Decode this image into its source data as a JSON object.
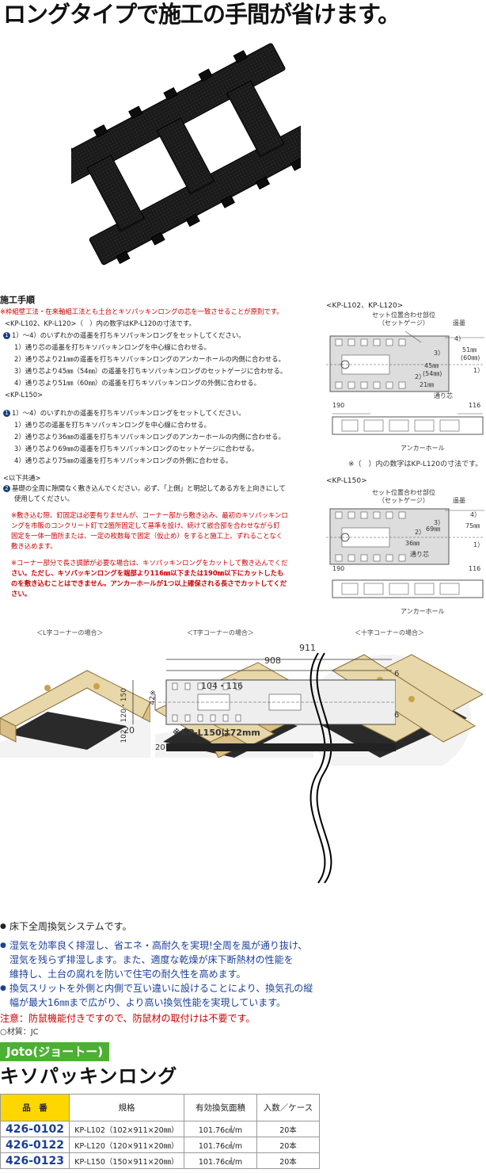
{
  "title": "ロングタイプで施工の手間が省けます。",
  "procedure": {
    "heading": "施工手順",
    "principle": "※枠組壁工法・在来軸組工法とも土台とキソパッキンロングの芯を一致させることが原則です。",
    "groupA": {
      "label": "<KP-L102、KP-L120>（　）内の数字はKP-L120の寸法です。",
      "intro": "1）〜4）のいずれかの遥墨を打ちキソパッキンロングをセットしてください。",
      "steps": [
        "1）通り芯の遥墨を打ちキソパッキンロングを中心線に合わせる。",
        "2）通り芯より21㎜の遥墨を打ちキソパッキンロングのアンカーホールの内側に合わせる。",
        "3）通り芯より45㎜（54㎜）の遥墨を打ちキソパッキンロングのセットゲージに合わせる。",
        "4）通り芯より51㎜（60㎜）の遥墨を打ちキソパッキンロングの外側に合わせる。"
      ]
    },
    "groupB": {
      "label": "<KP-L150>",
      "intro": "1）〜4）のいずれかの遥墨を打ちキソパッキンロングをセットしてください。",
      "steps": [
        "1）通り芯の遥墨を打ちキソパッキンロングを中心線に合わせる。",
        "2）通り芯より36㎜の遥墨を打ちキソパッキンロングのアンカーホールの内側に合わせる。",
        "3）通り芯より69㎜の遥墨を打ちキソパッキンロングのセットゲージに合わせる。",
        "4）通り芯より75㎜の遥墨を打ちキソパッキンロングの外側に合わせる。"
      ]
    },
    "common": {
      "label": "<以下共通>",
      "step2a": "基礎の全周に隙間なく敷き込んでください。必ず、「上側」と明記してある方を上向きにして",
      "step2b": "使用してください。",
      "note1": [
        "※敷き込む際、釘固定は必要有りませんが、コーナー部から敷き込み、最初のキソパッキンロ",
        "ングを市販のコンクリート釘で2箇所固定して基準を設け、続けて嵌合部を合わせながら釘",
        "固定を一体一箇所または、一定の枚数毎で固定（仮止め）をすると施工上、ずれることなく",
        "敷き込めます。"
      ],
      "note2": [
        "※コーナー部分で長さ調節が必要な場合は、キソパッキンロングをカットして敷き込んでくだ",
        "さい。ただし、キソパッキンロングを端部より116㎜以下または190㎜以下にカットしたも",
        "のを敷き込むことはできません。アンカーホールが1つ以上確保される長さでカットしてくだ",
        "さい。"
      ]
    }
  },
  "diagrams": {
    "a_label": "<KP-L102、KP-L120>",
    "b_label": "<KP-L150>",
    "gauge": "セット位置合わせ部位",
    "gauge2": "（セットゲージ）",
    "ink": "遥墨",
    "core": "通り芯",
    "anchor": "アンカーホール",
    "a_dims": [
      "45㎜",
      "(54㎜)",
      "51㎜",
      "(60㎜)",
      "21㎜"
    ],
    "b_dims": [
      "69㎜",
      "75㎜",
      "36㎜"
    ],
    "nums": [
      "1）",
      "2）",
      "3）",
      "4）"
    ],
    "len_left": "190",
    "len_right": "116",
    "a_note": "※（　）内の数字はKP-L120の寸法です。"
  },
  "corners": {
    "l": "＜L字コーナーの場合＞",
    "t": "＜T字コーナーの場合＞",
    "x": "＜十字コーナーの場合＞"
  },
  "dimensions": {
    "total": "911",
    "inner": "908",
    "side": "102・120・150",
    "d42": "42※",
    "d104": "104・116",
    "d6a": "6",
    "d6b": "6",
    "d20a": "20",
    "d20b": "20",
    "note": "※KP-L150は72mm"
  },
  "features": {
    "f1": "床下全周換気システムです。",
    "f2a": "湿気を効率良く排湿し、省エネ・高耐久を実現!全周を風が通り抜け、",
    "f2b": "湿気を残らず排湿します。また、適度な乾燥が床下断熱材の性能を",
    "f2c": "維持し、土台の腐れを防いで住宅の耐久性を高めます。",
    "f3a": "換気スリットを外側と内側で互い違いに設けることにより、換気孔の縦",
    "f3b": "幅が最大16㎜まで広がり、より高い換気性能を実現しています。",
    "warning": "注意：防鼠機能付きですので、防鼠材の取付けは不要です。",
    "material": "○材質：JC"
  },
  "brand": "Joto(ジョートー)",
  "product_name": "キソパッキンロング",
  "table": {
    "headers": [
      "品　番",
      "規格",
      "有効換気面積",
      "入数／ケース"
    ],
    "rows": [
      [
        "426-0102",
        "KP-L102（102×911×20㎜）",
        "101.76㎠/m",
        "20本"
      ],
      [
        "426-0122",
        "KP-L120（120×911×20㎜）",
        "101.76㎠/m",
        "20本"
      ],
      [
        "426-0123",
        "KP-L150（150×911×20㎜）",
        "101.76㎠/m",
        "20本"
      ]
    ]
  },
  "colors": {
    "brand_green": "#4cb033",
    "code_blue": "#1a3f9a",
    "warn_red": "#cc0000",
    "header_yellow": "#ffd700"
  }
}
